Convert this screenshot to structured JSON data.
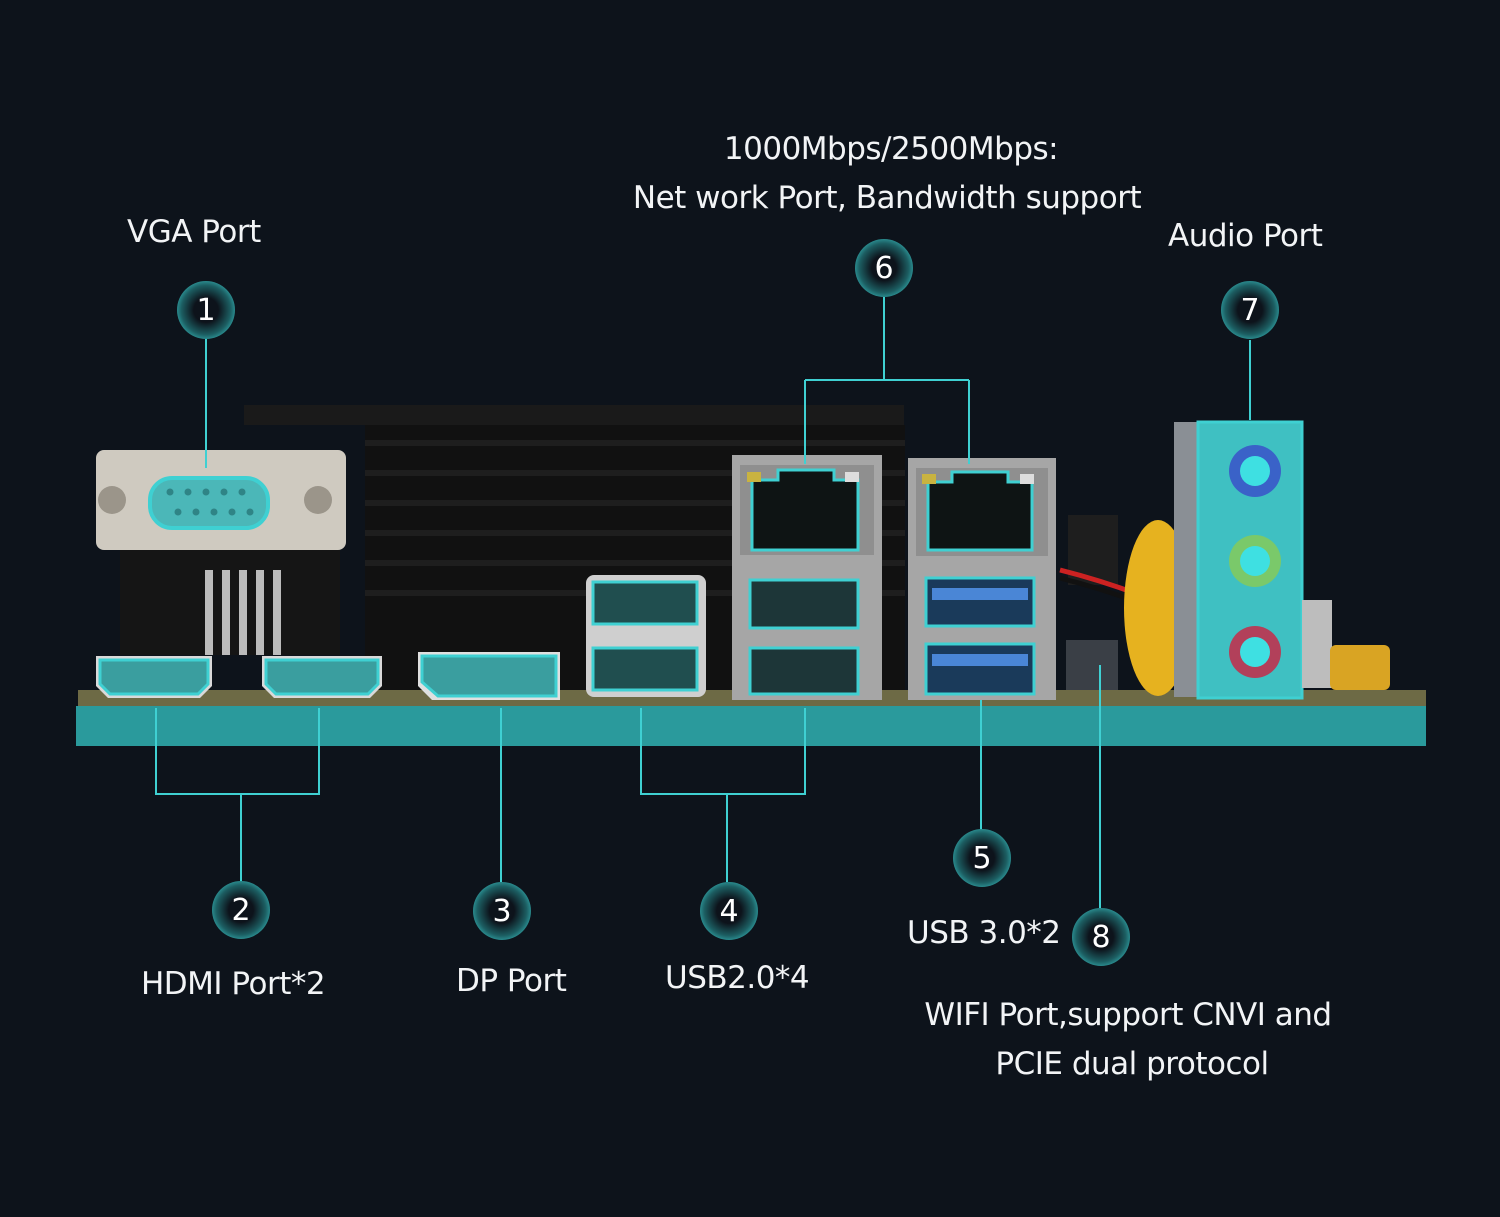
{
  "labels": {
    "vga": "VGA Port",
    "network_line1": "1000Mbps/2500Mbps:",
    "network_line2": "Net work Port, Bandwidth support",
    "audio": "Audio Port",
    "hdmi": "HDMI Port*2",
    "dp": "DP Port",
    "usb2": "USB2.0*4",
    "usb3": "USB 3.0*2",
    "wifi_line1": "WIFI Port,support CNVI and",
    "wifi_line2": "PCIE dual protocol"
  },
  "badges": [
    "1",
    "2",
    "3",
    "4",
    "5",
    "6",
    "7",
    "8"
  ],
  "colors": {
    "background": "#0d131b",
    "accent": "#3fd0d2",
    "board_edge": "#2a9a9c",
    "text": "#f2f4f6"
  }
}
